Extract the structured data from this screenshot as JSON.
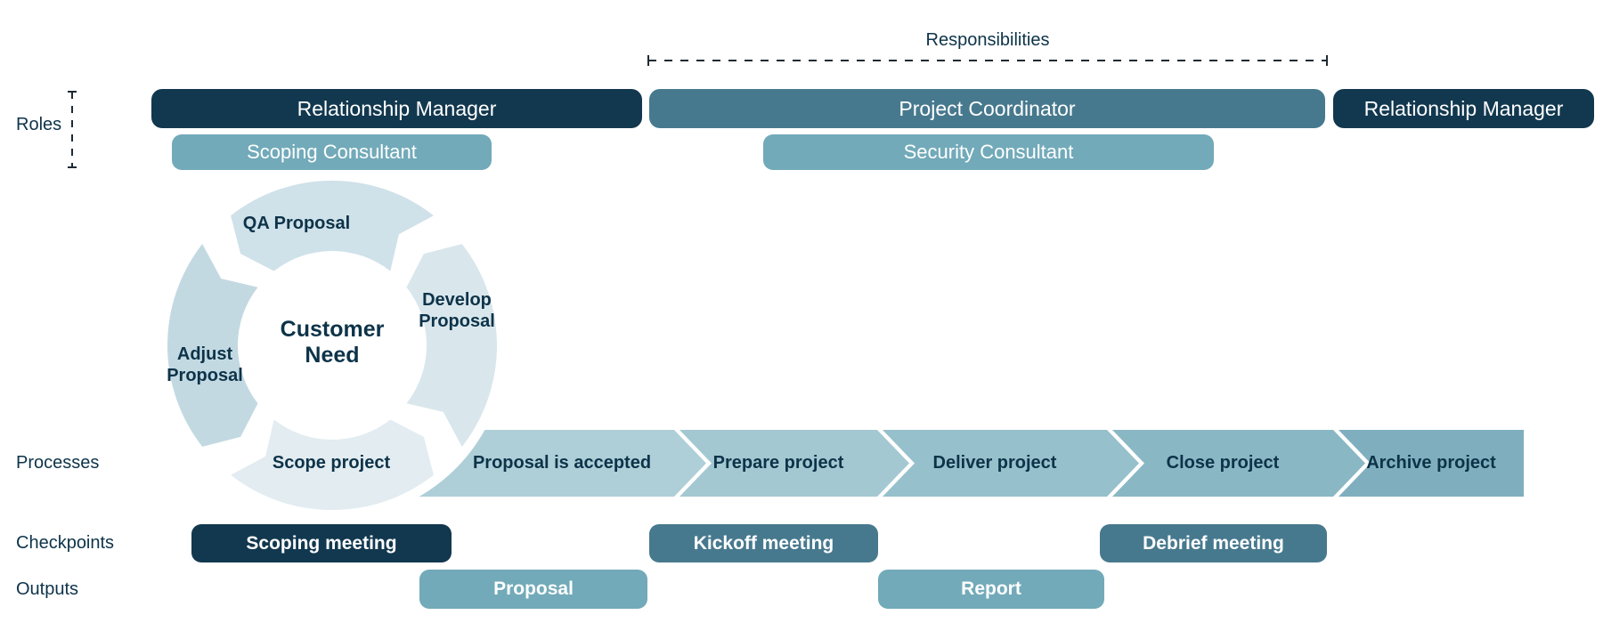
{
  "diagram_title": "Responsibilities",
  "row_labels": {
    "roles": "Roles",
    "processes": "Processes",
    "checkpoints": "Checkpoints",
    "outputs": "Outputs"
  },
  "roles": {
    "primary": [
      {
        "label": "Relationship Manager",
        "color": "#12384f"
      },
      {
        "label": "Project Coordinator",
        "color": "#47798e"
      },
      {
        "label": "Relationship Manager",
        "color": "#12384f"
      }
    ],
    "secondary": [
      {
        "label": "Scoping Consultant",
        "color": "#72aab9"
      },
      {
        "label": "Security Consultant",
        "color": "#72aab9"
      }
    ]
  },
  "cycle": {
    "center": "Customer Need",
    "steps": [
      {
        "label": "QA Proposal",
        "color": "#cfe1e9"
      },
      {
        "label": "Develop Proposal",
        "color": "#d9e7ed"
      },
      {
        "label": "Scope project",
        "color": "#e2ecf1"
      },
      {
        "label": "Adjust Proposal",
        "color": "#c3d9e2"
      }
    ]
  },
  "processes": [
    {
      "label": "Proposal is accepted",
      "color": "#aecfd8"
    },
    {
      "label": "Prepare project",
      "color": "#a3c8d2"
    },
    {
      "label": "Deliver project",
      "color": "#96c0cb"
    },
    {
      "label": "Close project",
      "color": "#8ab7c4"
    },
    {
      "label": "Archive project",
      "color": "#7fafbf"
    }
  ],
  "checkpoints": [
    {
      "label": "Scoping meeting",
      "color": "#12384f"
    },
    {
      "label": "Kickoff meeting",
      "color": "#47798e"
    },
    {
      "label": "Debrief meeting",
      "color": "#47798e"
    }
  ],
  "outputs": [
    {
      "label": "Proposal",
      "color": "#72aab9"
    },
    {
      "label": "Report",
      "color": "#72aab9"
    }
  ],
  "colors": {
    "navy": "#12384f",
    "teal": "#47798e",
    "light_teal": "#72aab9",
    "text_navy": "#0d3349"
  }
}
